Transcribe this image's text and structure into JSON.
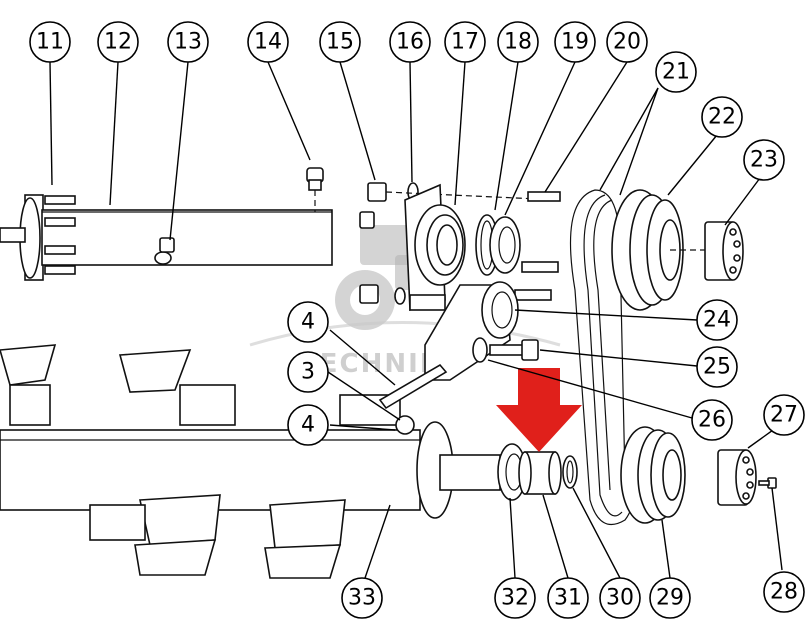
{
  "diagram": {
    "title": "",
    "watermark": "TECHNIKA",
    "arrow_color": "#e0201b",
    "callouts": [
      "11",
      "12",
      "13",
      "14",
      "15",
      "16",
      "17",
      "18",
      "19",
      "20",
      "21",
      "22",
      "23",
      "24",
      "25",
      "26",
      "27",
      "28",
      "29",
      "30",
      "31",
      "32",
      "33",
      "3",
      "4",
      "4"
    ]
  }
}
